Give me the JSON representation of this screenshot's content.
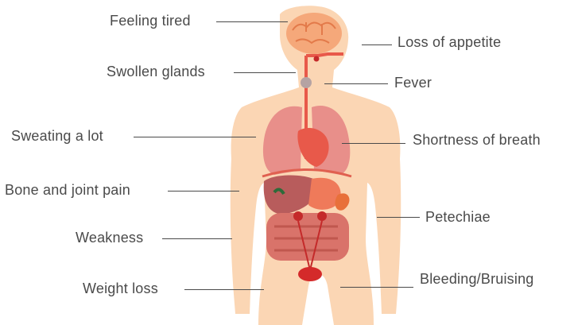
{
  "labels": {
    "feeling_tired": "Feeling tired",
    "loss_of_appetite": "Loss of appetite",
    "swollen_glands": "Swollen glands",
    "fever": "Fever",
    "sweating_a_lot": "Sweating a lot",
    "shortness_of_breath": "Shortness of breath",
    "bone_and_joint_pain": "Bone and joint pain",
    "petechiae": "Petechiae",
    "weakness": "Weakness",
    "weight_loss": "Weight loss",
    "bleeding_bruising": "Bleeding/Bruising"
  },
  "colors": {
    "skin": "#fbd6b4",
    "brain": "#f5a87a",
    "organ_red": "#e8594a",
    "lung": "#e88f8a",
    "liver": "#b85c5c",
    "intestine": "#d9736a",
    "text": "#4a4a4a"
  }
}
